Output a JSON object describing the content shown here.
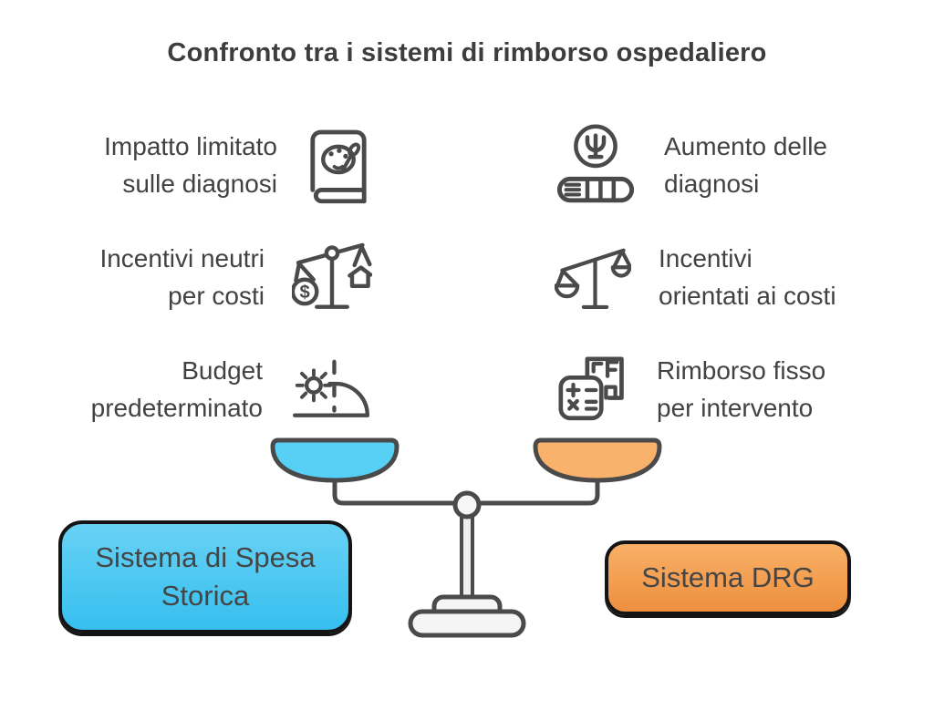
{
  "title": "Confronto tra i sistemi di rimborso ospedaliero",
  "left_column": {
    "system_label": "Sistema di Spesa Storica",
    "items": [
      {
        "text": "Impatto limitato\nsulle diagnosi",
        "icon": "book-palette-icon"
      },
      {
        "text": "Incentivi neutri\nper costi",
        "icon": "dollar-house-scale-icon"
      },
      {
        "text": "Budget\npredeterminato",
        "icon": "sunrise-dome-icon"
      }
    ]
  },
  "right_column": {
    "system_label": "Sistema DRG",
    "items": [
      {
        "text": "Aumento delle\ndiagnosi",
        "icon": "psi-medicine-icon"
      },
      {
        "text": "Incentivi\norientati ai costi",
        "icon": "tilted-scale-icon"
      },
      {
        "text": "Rimborso fisso\nper intervento",
        "icon": "calculator-document-icon"
      }
    ]
  },
  "colors": {
    "text": "#424242",
    "icon_stroke": "#4a4a4a",
    "blue_pan": "#57d0f5",
    "orange_pan": "#f9b26c",
    "blue_box_top": "#68d1f4",
    "blue_box_bottom": "#36bfef",
    "orange_box_top": "#f8b067",
    "orange_box_bottom": "#ee8f3e"
  }
}
